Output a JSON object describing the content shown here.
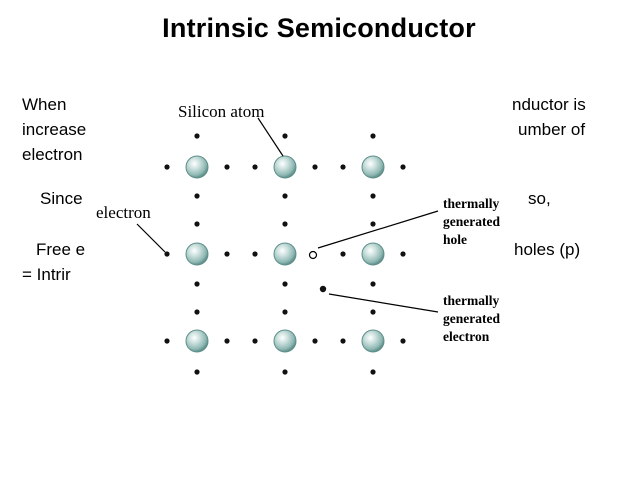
{
  "slide": {
    "title": "Intrinsic Semiconductor",
    "line1_left": "When",
    "line1_right": "nductor   is",
    "line2_left": "increase",
    "line2_right": "umber   of",
    "line3_left": "electron",
    "line4_left": "Since",
    "line4_right": "so,",
    "line5_left": "Free e",
    "line5_right": "holes (p)",
    "line6_left": "= Intrir"
  },
  "diagram": {
    "silicon_atom_label": "Silicon atom",
    "electron_label": "electron",
    "hole_label": [
      "thermally",
      "generated",
      "hole"
    ],
    "free_electron_label": [
      "thermally",
      "generated",
      "electron"
    ],
    "colors": {
      "atom_fill": "#8fb8b4",
      "atom_edge": "#5f8f8a",
      "atom_highlight": "#ffffff",
      "electron": "#111111"
    }
  }
}
